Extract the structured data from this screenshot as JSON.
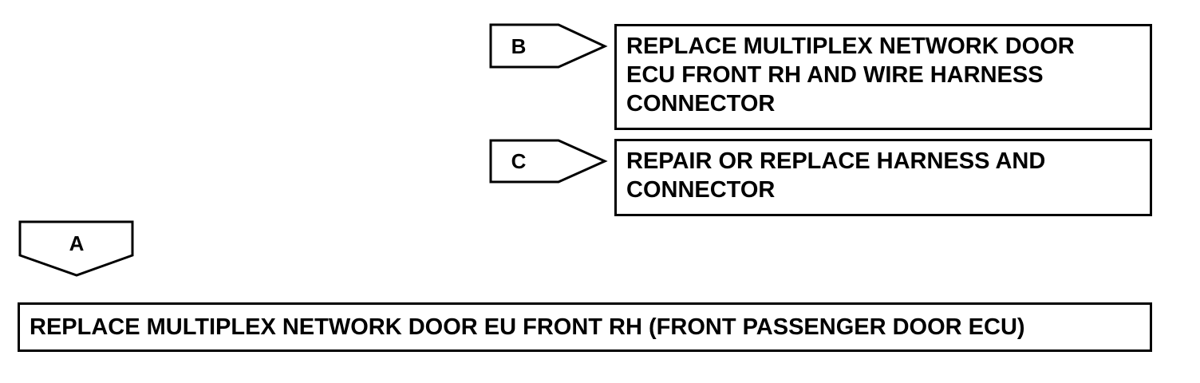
{
  "branches": [
    {
      "tag": "B",
      "action": "REPLACE MULTIPLEX NETWORK DOOR\nECU FRONT RH AND WIRE HARNESS\nCONNECTOR"
    },
    {
      "tag": "C",
      "action": "REPAIR OR REPLACE HARNESS AND\nCONNECTOR"
    },
    {
      "tag": "A",
      "action": "REPLACE MULTIPLEX NETWORK DOOR EU FRONT RH (FRONT PASSENGER DOOR ECU)"
    }
  ]
}
